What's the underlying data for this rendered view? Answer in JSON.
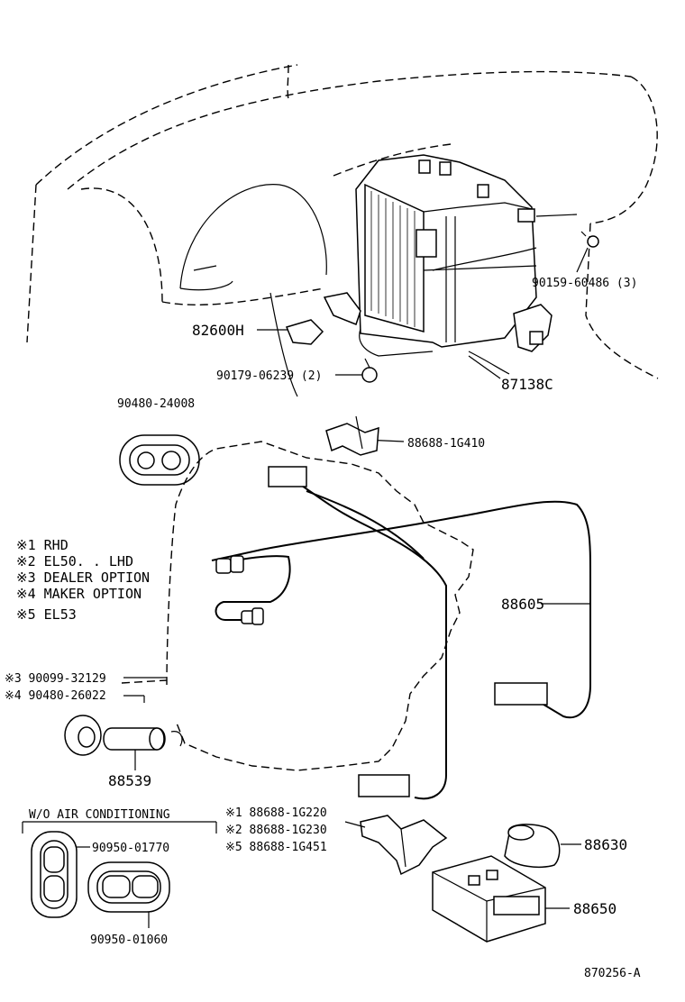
{
  "labels": {
    "p82600H": "82600H",
    "p90179": "90179-06239 (2)",
    "p87138C": "87138C",
    "p90159": "90159-60486 (3)",
    "p90480_24008": "90480-24008",
    "p88688_1G410": "88688-1G410",
    "p88605": "88605",
    "p90099": "※3 90099-32129",
    "p90480_26022": "※4 90480-26022",
    "p88539": "88539",
    "p88688_1G220": "※1 88688-1G220",
    "p88688_1G230": "※2 88688-1G230",
    "p88688_1G451": "※5 88688-1G451",
    "p88630": "88630",
    "p88650": "88650",
    "p90950_01770": "90950-01770",
    "p90950_01060": "90950-01060",
    "wo_ac": "W/O AIR CONDITIONING",
    "diagram_id": "870256-A"
  },
  "legend": [
    "※1 RHD",
    "※2 EL50. . LHD",
    "※3 DEALER OPTION",
    "※4 MAKER OPTION",
    "※5 EL53"
  ]
}
